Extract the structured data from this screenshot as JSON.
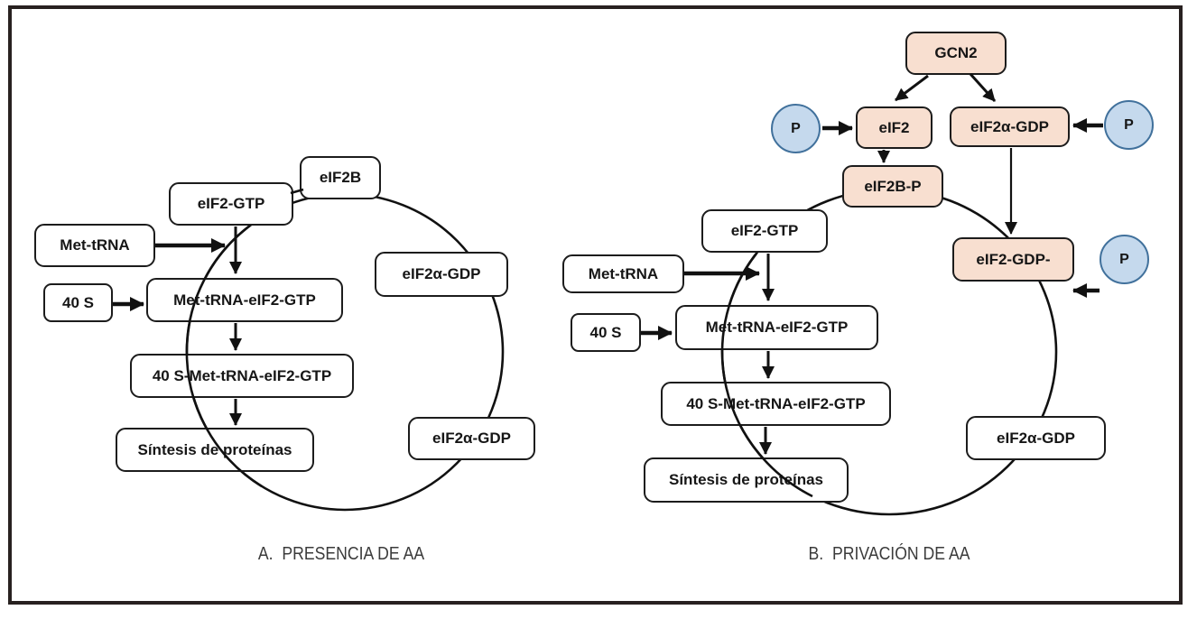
{
  "a": {
    "caption": "A.  PRESENCIA DE AA",
    "nodes": {
      "eif2b": "eIF2B",
      "eif2_gtp": "eIF2-GTP",
      "met_trna": "Met-tRNA",
      "s40": "40 S",
      "met_trna_eif2_gtp": "Met-tRNA-eIF2-GTP",
      "s40_met_trna_eif2_gtp": "40 S-Met-tRNA-eIF2-GTP",
      "sintesis": "Síntesis de proteínas",
      "eif2a_gdp_right": "eIF2α-GDP",
      "eif2a_gdp_bottom": "eIF2α-GDP"
    }
  },
  "b": {
    "caption": "B.  PRIVACIÓN DE AA",
    "nodes": {
      "gcn2": "GCN2",
      "eif2": "eIF2",
      "eif2a_gdp_top": "eIF2α-GDP",
      "eif2b_p": "eIF2B-P",
      "eif2_gtp": "eIF2-GTP",
      "met_trna": "Met-tRNA",
      "s40": "40 S",
      "met_trna_eif2_gtp": "Met-tRNA-eIF2-GTP",
      "s40_met_trna_eif2_gtp": "40 S-Met-tRNA-eIF2-GTP",
      "sintesis": "Síntesis de proteínas",
      "eif2_gdp_p": "eIF2-GDP-",
      "eif2a_gdp_bottom": "eIF2α-GDP",
      "p_left": "P",
      "p_right": "P",
      "p_mid": "P"
    }
  },
  "colors": {
    "highlight_fill": "#F8DFD0",
    "phosphate_fill": "#C5D9ED",
    "phosphate_border": "#41719C",
    "box_border": "#1C1C1C",
    "line_color": "#111111",
    "frame_border": "#282120",
    "caption_text": "#3B3B3B"
  }
}
